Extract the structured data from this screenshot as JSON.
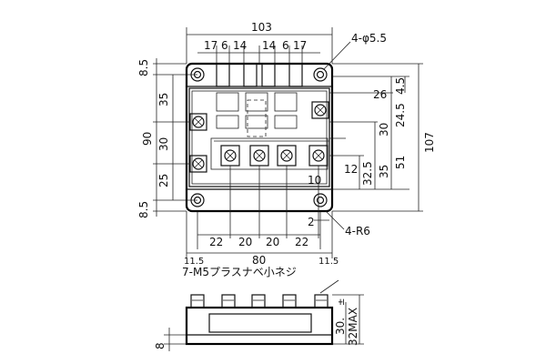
{
  "drawing": {
    "dims_top": {
      "overall_width": "103",
      "upper_row": [
        "17",
        "6",
        "14",
        "14",
        "6",
        "17"
      ]
    },
    "dims_left": {
      "top_margin": "8.5",
      "upper": "35",
      "overall_height": "90",
      "middle": "30",
      "lower": "25",
      "bottom_margin": "8.5"
    },
    "dims_right": {
      "d1": "4.5",
      "d2": "26",
      "d3": "24.5",
      "d4": "30",
      "d5": "51",
      "d6": "35",
      "d7": "32.5",
      "d8": "12",
      "d9": "10",
      "overall_height": "107"
    },
    "dims_bottom": {
      "edge_left": "11.5",
      "row": [
        "22",
        "20",
        "20",
        "22"
      ],
      "overall": "80",
      "edge_right": "11.5",
      "small": "2"
    },
    "callouts": {
      "holes": "4-φ5.5",
      "radius": "4-R6",
      "screws": "7-M5プラスナベ小ネジ"
    },
    "side_view": {
      "height": "30.",
      "tolerance": "±",
      "max_height": "32MAX",
      "base": "8"
    }
  }
}
